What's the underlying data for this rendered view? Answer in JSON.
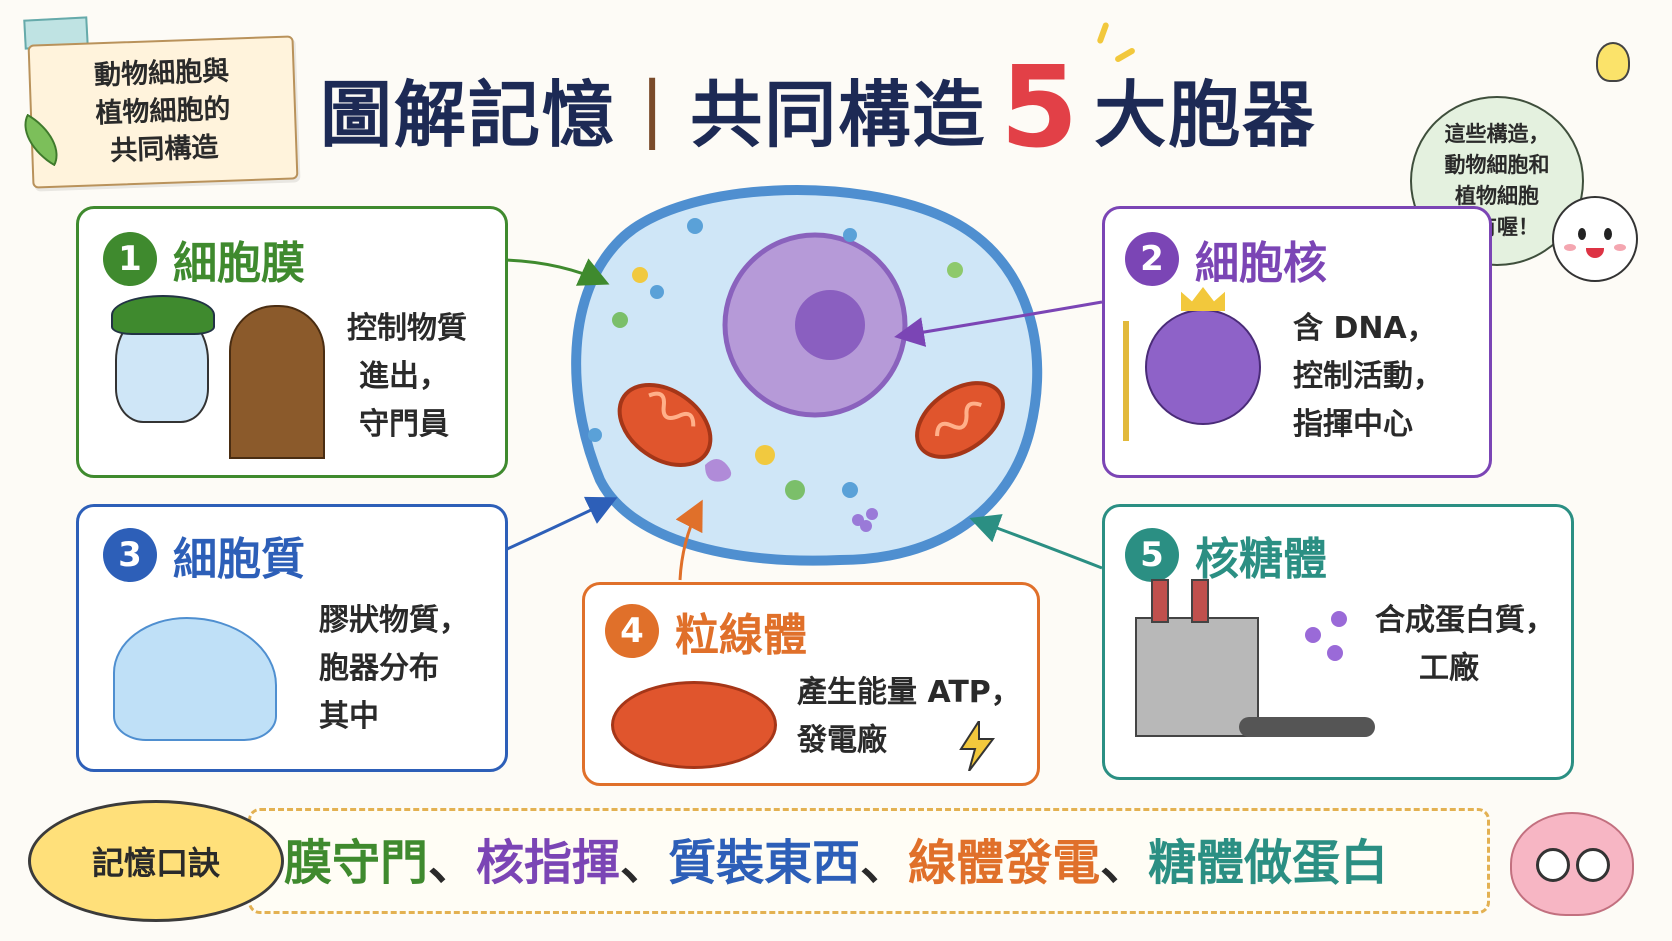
{
  "header": {
    "note_lines": [
      "動物細胞與",
      "植物細胞的",
      "共同構造"
    ],
    "title_left": "圖解記憶",
    "title_sep": "|",
    "title_mid": "共同構造",
    "title_num": "5",
    "title_right": "大胞器"
  },
  "bubble": {
    "lines": [
      "這些構造，",
      "動物細胞和",
      "植物細胞",
      "都有喔！"
    ]
  },
  "organelles": {
    "membrane": {
      "num": "1",
      "name": "細胞膜",
      "lines": [
        "控制物質",
        "進出，",
        "守門員"
      ],
      "color": "#3f8a2e"
    },
    "nucleus": {
      "num": "2",
      "name": "細胞核",
      "lines": [
        "含 DNA，",
        "控制活動，",
        "指揮中心"
      ],
      "color": "#7b45b5"
    },
    "cytoplasm": {
      "num": "3",
      "name": "細胞質",
      "lines": [
        "膠狀物質，",
        "胞器分布",
        "其中"
      ],
      "color": "#2d5fb8"
    },
    "mitochondria": {
      "num": "4",
      "name": "粒線體",
      "lines": [
        "產生能量 ATP，",
        "發電廠"
      ],
      "color": "#e0702a"
    },
    "ribosome": {
      "num": "5",
      "name": "核糖體",
      "lines": [
        "合成蛋白質，",
        "工廠"
      ],
      "color": "#2b8f83"
    }
  },
  "mnemonic": {
    "label": "記憶口訣",
    "parts": [
      {
        "text": "膜守門",
        "color": "#3f8a2e"
      },
      {
        "text": "、",
        "color": "#2a2a2a"
      },
      {
        "text": "核指揮",
        "color": "#7b45b5"
      },
      {
        "text": "、",
        "color": "#2a2a2a"
      },
      {
        "text": "質裝東西",
        "color": "#2d5fb8"
      },
      {
        "text": "、",
        "color": "#2a2a2a"
      },
      {
        "text": "線體發電",
        "color": "#e0702a"
      },
      {
        "text": "、",
        "color": "#2a2a2a"
      },
      {
        "text": "糖體做蛋白",
        "color": "#2b8f83"
      }
    ]
  }
}
